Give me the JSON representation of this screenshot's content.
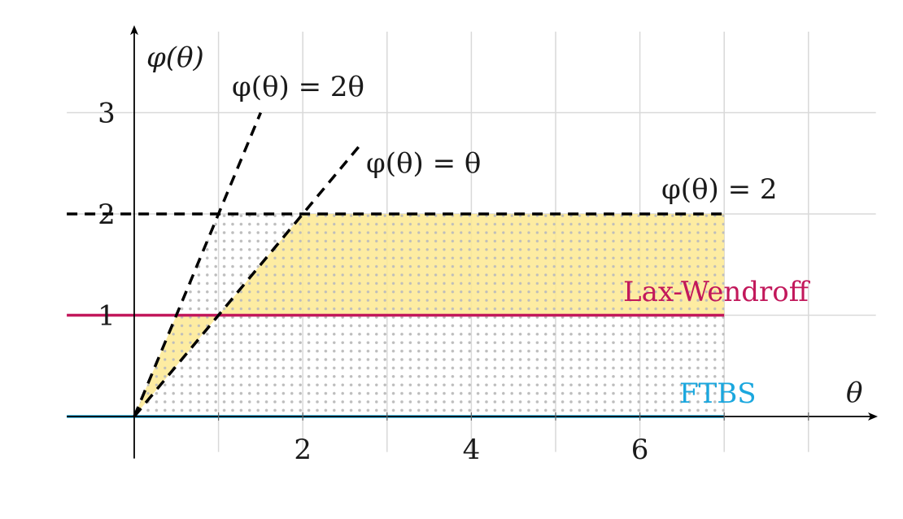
{
  "chart_data": {
    "type": "line",
    "title": "",
    "xlabel": "θ",
    "ylabel": "φ(θ)",
    "xlim": [
      -0.8,
      8.8
    ],
    "ylim": [
      -0.35,
      3.8
    ],
    "grid": true,
    "xticks": [
      2,
      4,
      6
    ],
    "yticks": [
      1,
      2,
      3
    ],
    "xtick_labels": [
      "2",
      "4",
      "6"
    ],
    "ytick_labels": [
      "1",
      "2",
      "3"
    ],
    "series": [
      {
        "name": "Lax-Wendroff",
        "x": [
          -0.8,
          7
        ],
        "y": [
          1,
          1
        ],
        "color": "#c2185b",
        "style": "solid"
      },
      {
        "name": "FTBS",
        "x": [
          -0.8,
          7
        ],
        "y": [
          0,
          0
        ],
        "color": "#1ba7de",
        "style": "solid"
      }
    ],
    "reference_lines": [
      {
        "label": "φ(θ) = 2θ",
        "x": [
          0,
          1.5
        ],
        "y": [
          0,
          3
        ]
      },
      {
        "label": "φ(θ) = θ",
        "x": [
          0,
          2.7
        ],
        "y": [
          0,
          2.7
        ]
      },
      {
        "label": "φ(θ) = 2",
        "x": [
          -0.8,
          7
        ],
        "y": [
          2,
          2
        ]
      }
    ],
    "regions": [
      {
        "kind": "tvd-region",
        "polygon": [
          [
            0,
            0
          ],
          [
            1,
            2
          ],
          [
            7,
            2
          ],
          [
            7,
            0
          ]
        ],
        "fill": "dotted-gray"
      },
      {
        "kind": "second-order-tvd",
        "polygon": [
          [
            0,
            0
          ],
          [
            0.5,
            1
          ],
          [
            1,
            1
          ]
        ],
        "fill": "#fde992"
      },
      {
        "kind": "second-order-tvd",
        "polygon": [
          [
            1,
            1
          ],
          [
            2,
            2
          ],
          [
            7,
            2
          ],
          [
            7,
            1
          ]
        ],
        "fill": "#fde992"
      }
    ],
    "annotations": [
      {
        "text": "φ(θ) = 2θ"
      },
      {
        "text": "φ(θ) = θ"
      },
      {
        "text": "φ(θ) = 2"
      }
    ],
    "colors": {
      "yellow_fill": "#fde992",
      "dot": "#bdbdbd",
      "grid": "#d9d9d9",
      "axis": "#000000"
    }
  }
}
